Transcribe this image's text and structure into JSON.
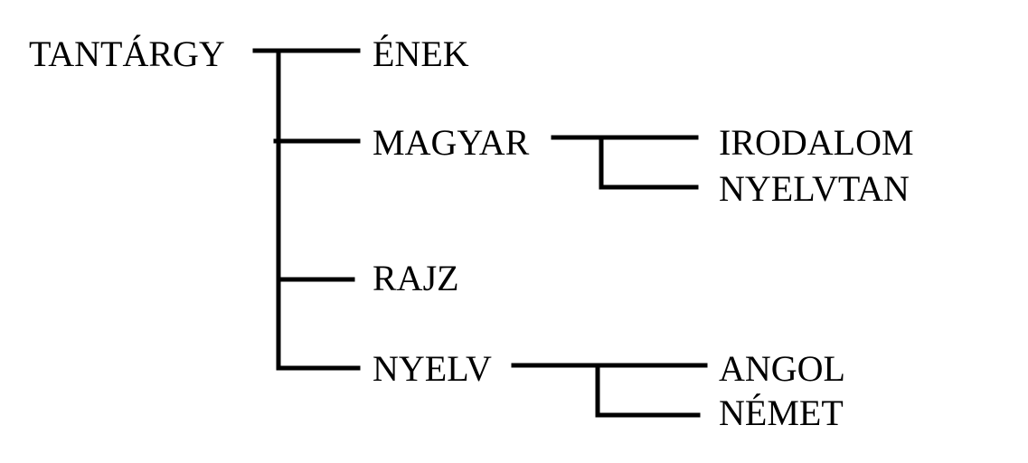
{
  "tree": {
    "root": "TANTÁRGY",
    "children": [
      {
        "label": "ÉNEK"
      },
      {
        "label": "MAGYAR",
        "children": [
          {
            "label": "IRODALOM"
          },
          {
            "label": "NYELVTAN"
          }
        ]
      },
      {
        "label": "RAJZ"
      },
      {
        "label": "NYELV",
        "children": [
          {
            "label": "ANGOL"
          },
          {
            "label": "NÉMET"
          }
        ]
      }
    ]
  }
}
